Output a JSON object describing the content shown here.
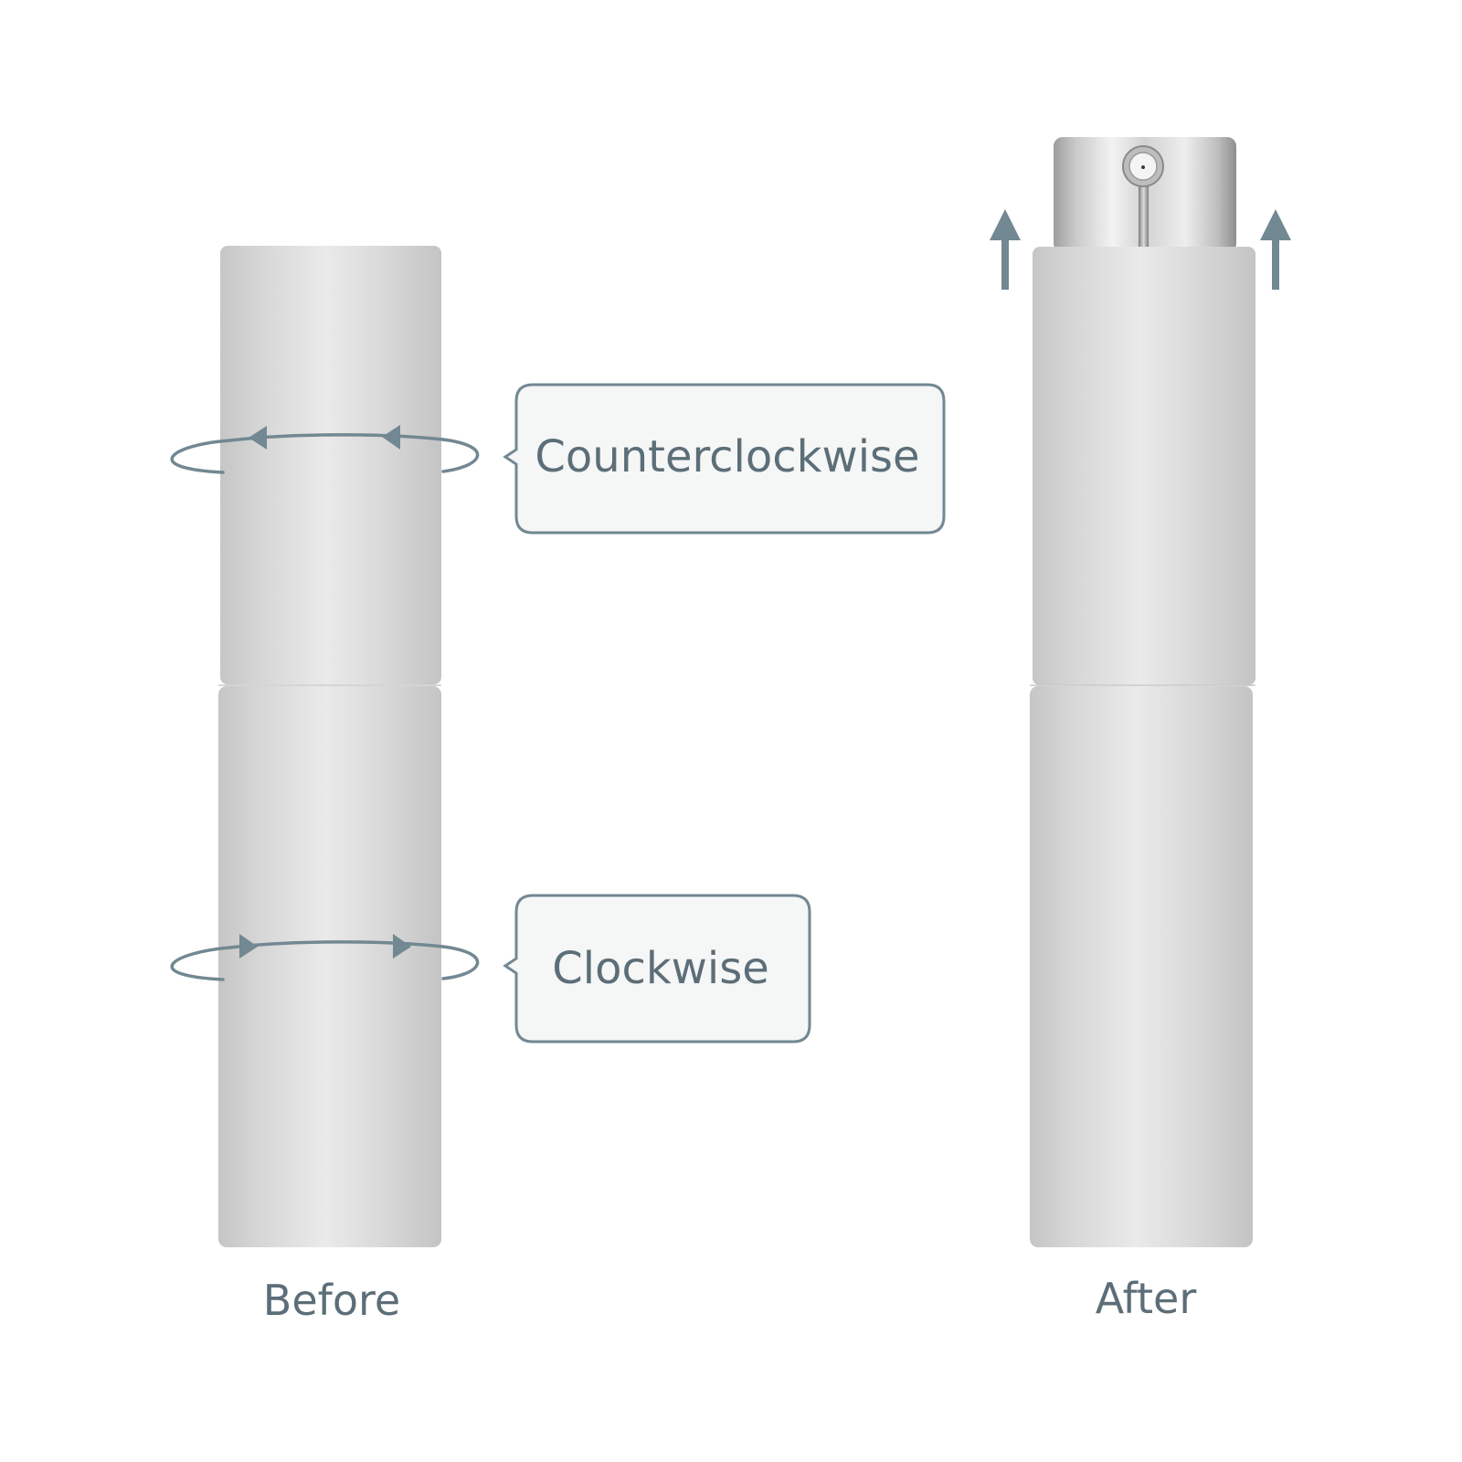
{
  "labels": {
    "counterclockwise": "Counterclockwise",
    "clockwise": "Clockwise",
    "before": "Before",
    "after": "After"
  },
  "colors": {
    "accent": "#728892",
    "text": "#5c6e78",
    "callout_fill": "#f5f6f6",
    "body_silver": "#d8d8d8",
    "background": "#ffffff"
  },
  "icons": {
    "rotation_top": "counterclockwise-rotation-icon",
    "rotation_bottom": "clockwise-rotation-icon",
    "up_arrows": "up-arrow-icon"
  }
}
